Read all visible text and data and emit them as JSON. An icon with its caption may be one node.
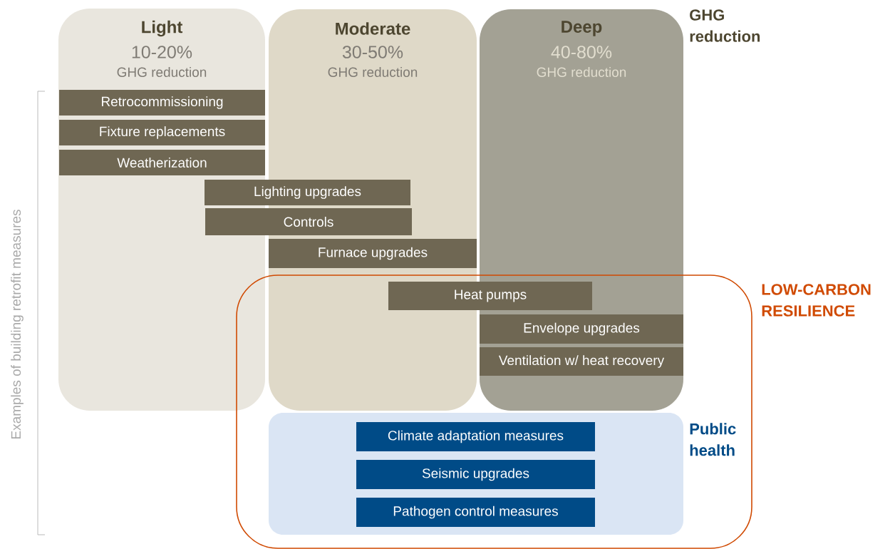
{
  "diagram": {
    "nodes": [
      {
        "text": [
          "Light",
          "10-20%",
          "GHG reduction"
        ]
      },
      {
        "text": [
          "Moderate",
          "30-50%",
          "GHG reduction"
        ]
      },
      {
        "text": [
          "Deep",
          "40-80%",
          "GHG reduction"
        ]
      },
      {
        "text": [
          "LOW-CARBON RESILIENCE"
        ]
      },
      {
        "text": [
          "Public health"
        ],
        "in": 3
      },
      {
        "text": [
          "Retrocommissioning"
        ],
        "in": 0
      },
      {
        "text": [
          "Fixture replacements"
        ],
        "in": 0
      },
      {
        "text": [
          "Weatherization"
        ],
        "in": 0
      },
      {
        "text": [
          "Lighting upgrades"
        ]
      },
      {
        "text": [
          "Controls"
        ]
      },
      {
        "text": [
          "Furnace upgrades"
        ],
        "in": 1
      },
      {
        "text": [
          "Heat pumps"
        ],
        "in": 3
      },
      {
        "text": [
          "Envelope upgrades"
        ]
      },
      {
        "text": [
          "Ventilation w/ heat recovery"
        ]
      },
      {
        "text": [
          "Climate adaptation measures"
        ],
        "in": 4
      },
      {
        "text": [
          "Seismic upgrades"
        ],
        "in": 4
      },
      {
        "text": [
          "Pathogen control measures"
        ],
        "in": 4
      }
    ],
    "labels": [
      "GHG reduction",
      "Examples of building retrofit measures"
    ]
  }
}
